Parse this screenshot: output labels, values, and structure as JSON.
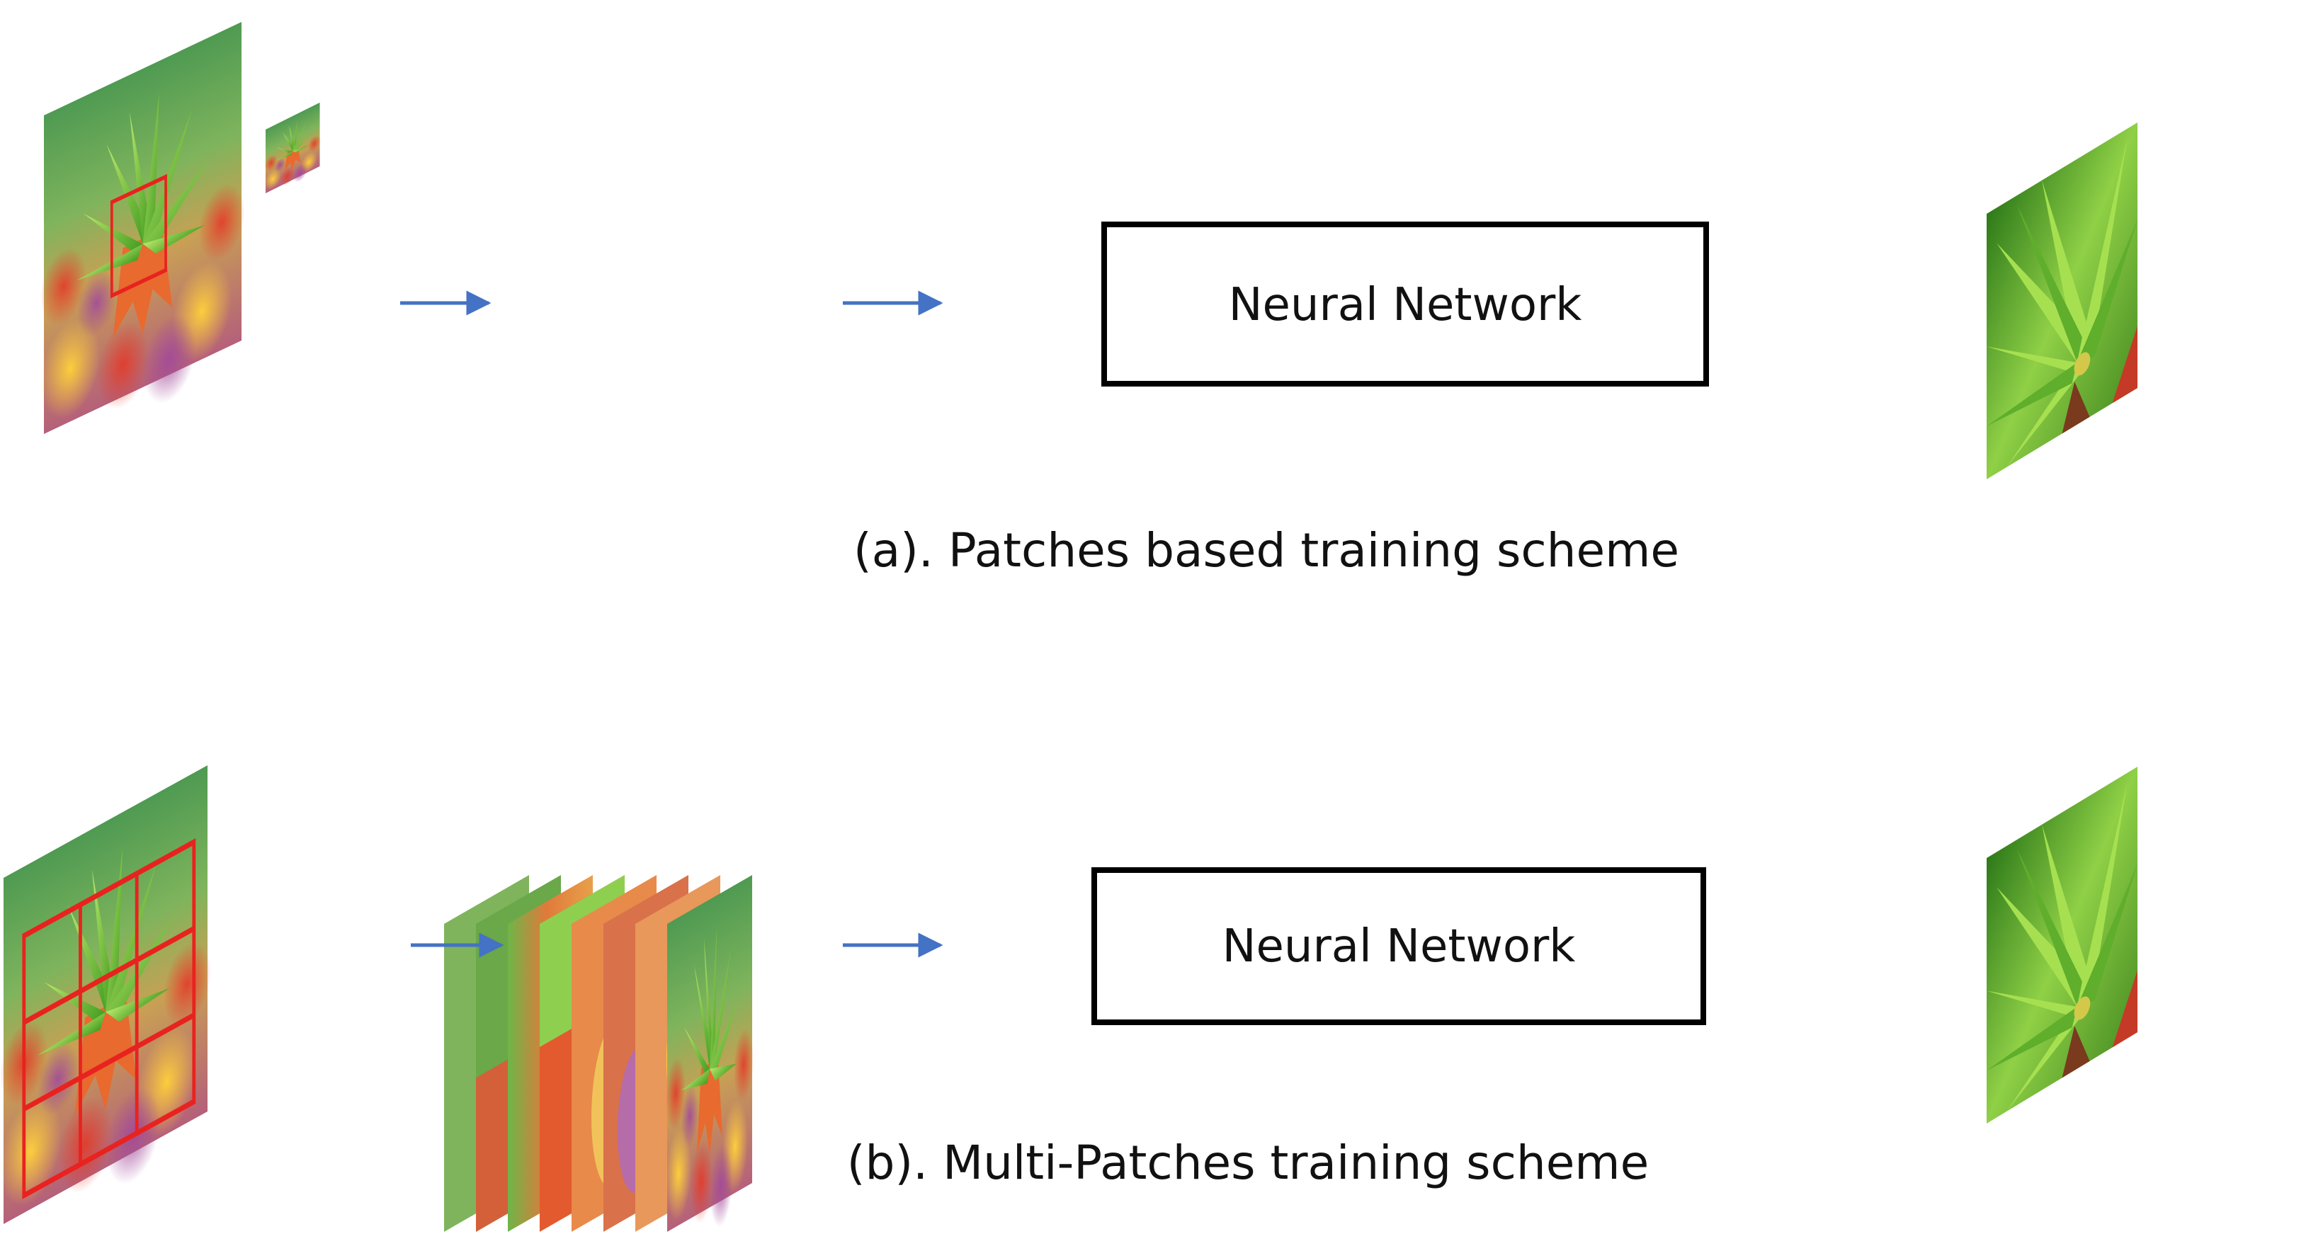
{
  "colors": {
    "arrow": "#4472c4",
    "patch_grid": "#e8231f",
    "box_border": "#000000",
    "foliage_green": "#7cc43a",
    "petal_orange": "#e86a2e"
  },
  "row_a": {
    "box_label": "Neural Network",
    "caption": "(a). Patches based training scheme"
  },
  "row_b": {
    "box_label": "Neural Network",
    "caption": "(b). Multi-Patches training scheme"
  }
}
